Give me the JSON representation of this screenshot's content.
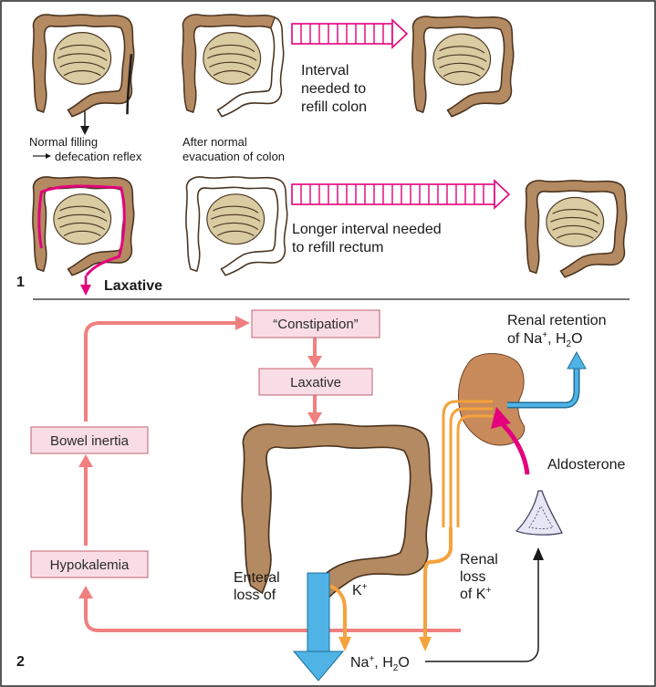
{
  "panel1": {
    "number": "1",
    "caption_normal_line1": "Normal filling",
    "caption_normal_line2": "defecation reflex",
    "caption_after_line1": "After normal",
    "caption_after_line2": "evacuation of colon",
    "interval_line1": "Interval",
    "interval_line2": "needed to",
    "interval_line3": "refill colon",
    "longer_line1": "Longer interval needed",
    "longer_line2": "to refill rectum",
    "laxative_label": "Laxative"
  },
  "panel2": {
    "number": "2",
    "box_constipation": "“Constipation”",
    "box_laxative": "Laxative",
    "box_bowel_inertia": "Bowel inertia",
    "box_hypokalemia": "Hypokalemia",
    "renal_retention_line1": "Renal retention",
    "renal_retention_line2_prefix": "of Na",
    "renal_retention_line2_suffix": ", H",
    "renal_retention_line2_end": "O",
    "aldosterone": "Aldosterone",
    "enteral_line1": "Enteral",
    "enteral_line2": "loss of",
    "k_plus": "K",
    "renal_loss_line1": "Renal",
    "renal_loss_line2": "loss",
    "renal_loss_line3": "of K",
    "na_h2o_prefix": "Na",
    "na_h2o_mid": ", H",
    "na_h2o_end": "O",
    "plus": "+",
    "two": "2"
  },
  "colors": {
    "colon_fill": "#b48a62",
    "colon_stroke": "#4a3420",
    "intestine_fill": "#d9cba2",
    "magenta": "#e4007c",
    "salmon": "#f08080",
    "box_fill": "#f9dde6",
    "blue": "#4fb3e6",
    "orange": "#f5a23c",
    "kidney": "#c98a5c"
  }
}
